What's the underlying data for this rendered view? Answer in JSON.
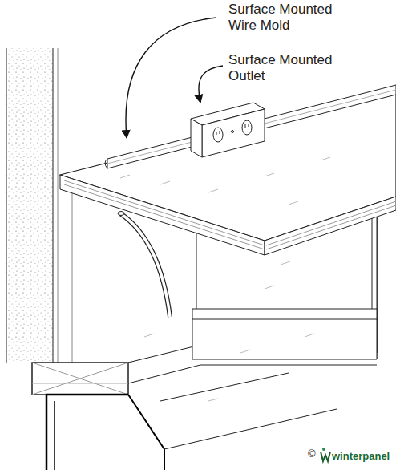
{
  "diagram": {
    "labels": [
      "Surface Mounted Wire Mold",
      "Surface Mounted Outlet",
      "©",
      "winterpanel"
    ]
  }
}
